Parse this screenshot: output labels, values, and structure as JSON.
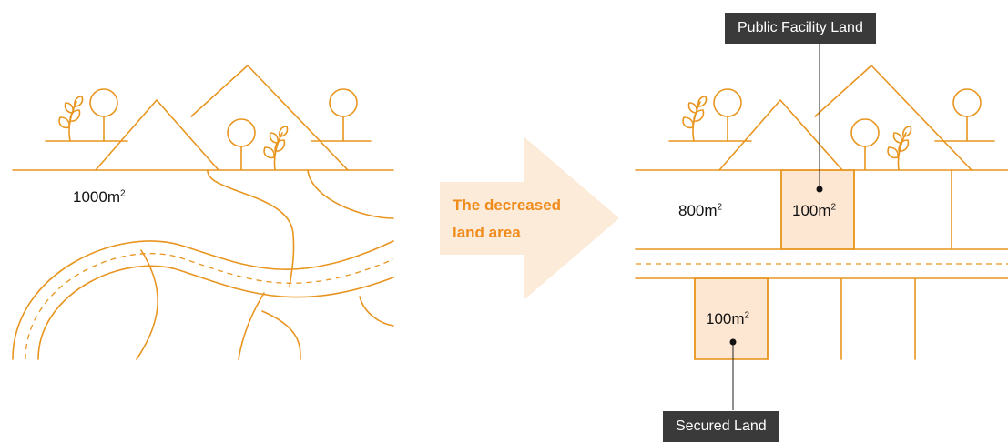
{
  "left_panel": {
    "area_value": "1000m",
    "area_unit_sup": "2"
  },
  "arrow": {
    "line1": "The decreased",
    "line2": "land area"
  },
  "right_panel": {
    "remaining_area": "800m",
    "remaining_unit_sup": "2",
    "public_parcel_area": "100m",
    "public_parcel_sup": "2",
    "secured_parcel_area": "100m",
    "secured_parcel_sup": "2",
    "callout_top": "Public Facility Land",
    "callout_bottom": "Secured Land"
  },
  "colors": {
    "line": "#e8951f",
    "parcel_fill": "#fde7d2",
    "arrow_fill": "#fdebd9",
    "arrow_text": "#ef8b1a",
    "callout_bg": "#3a3a3a"
  }
}
